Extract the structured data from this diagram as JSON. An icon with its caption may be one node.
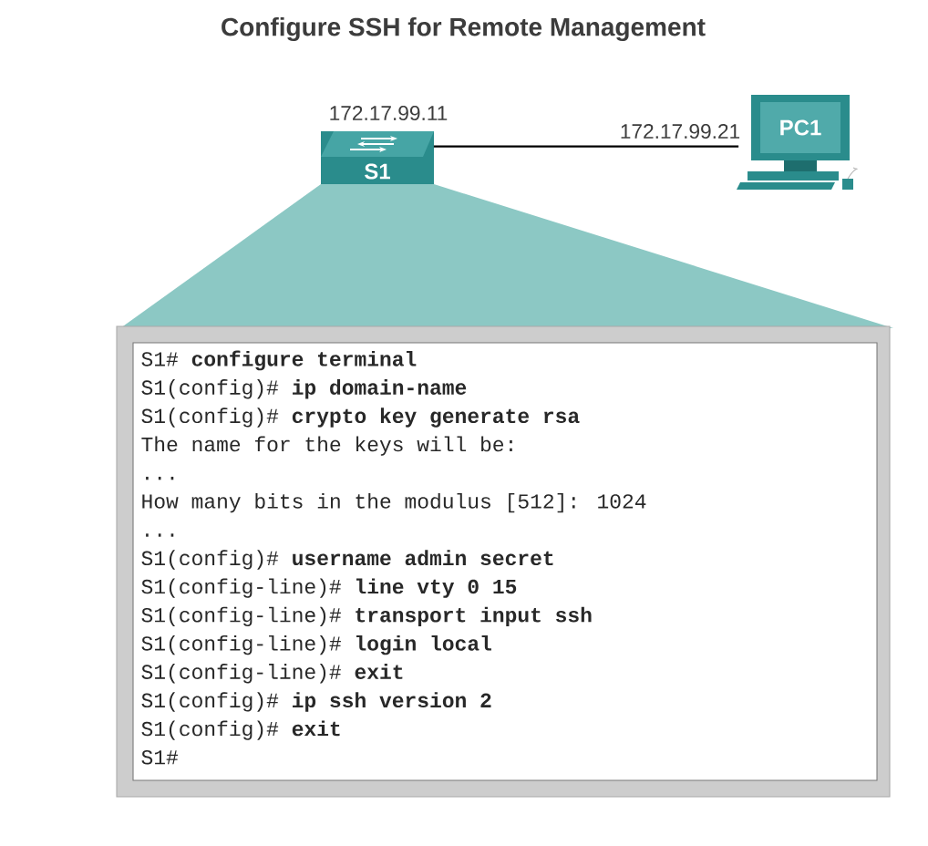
{
  "diagram": {
    "title": "Configure SSH for Remote Management",
    "nodes": [
      {
        "text": [
          "S1"
        ],
        "beside": [
          "172.17.99.11"
        ]
      },
      {
        "text": [
          "PC1"
        ],
        "beside": [
          "172.17.99.21"
        ]
      },
      {
        "text": [
          "S1# **configure terminal**",
          "S1(config)# **ip domain-name**",
          "S1(config)# **crypto key generate rsa**",
          "The name for the keys will be:",
          "...",
          "How many bits in the modulus [512]: 1024",
          "...",
          "S1(config)# **username admin secret**",
          "S1(config-line)# **line vty 0 15**",
          "S1(config-line)# **transport input ssh**",
          "S1(config-line)# **login local**",
          "S1(config-line)# **exit**",
          "S1(config)# **ip ssh version 2**",
          "S1(config)# **exit**",
          "S1#"
        ]
      }
    ],
    "edges": [
      {
        "from": 0,
        "to": 1,
        "arrow": "none"
      }
    ]
  }
}
